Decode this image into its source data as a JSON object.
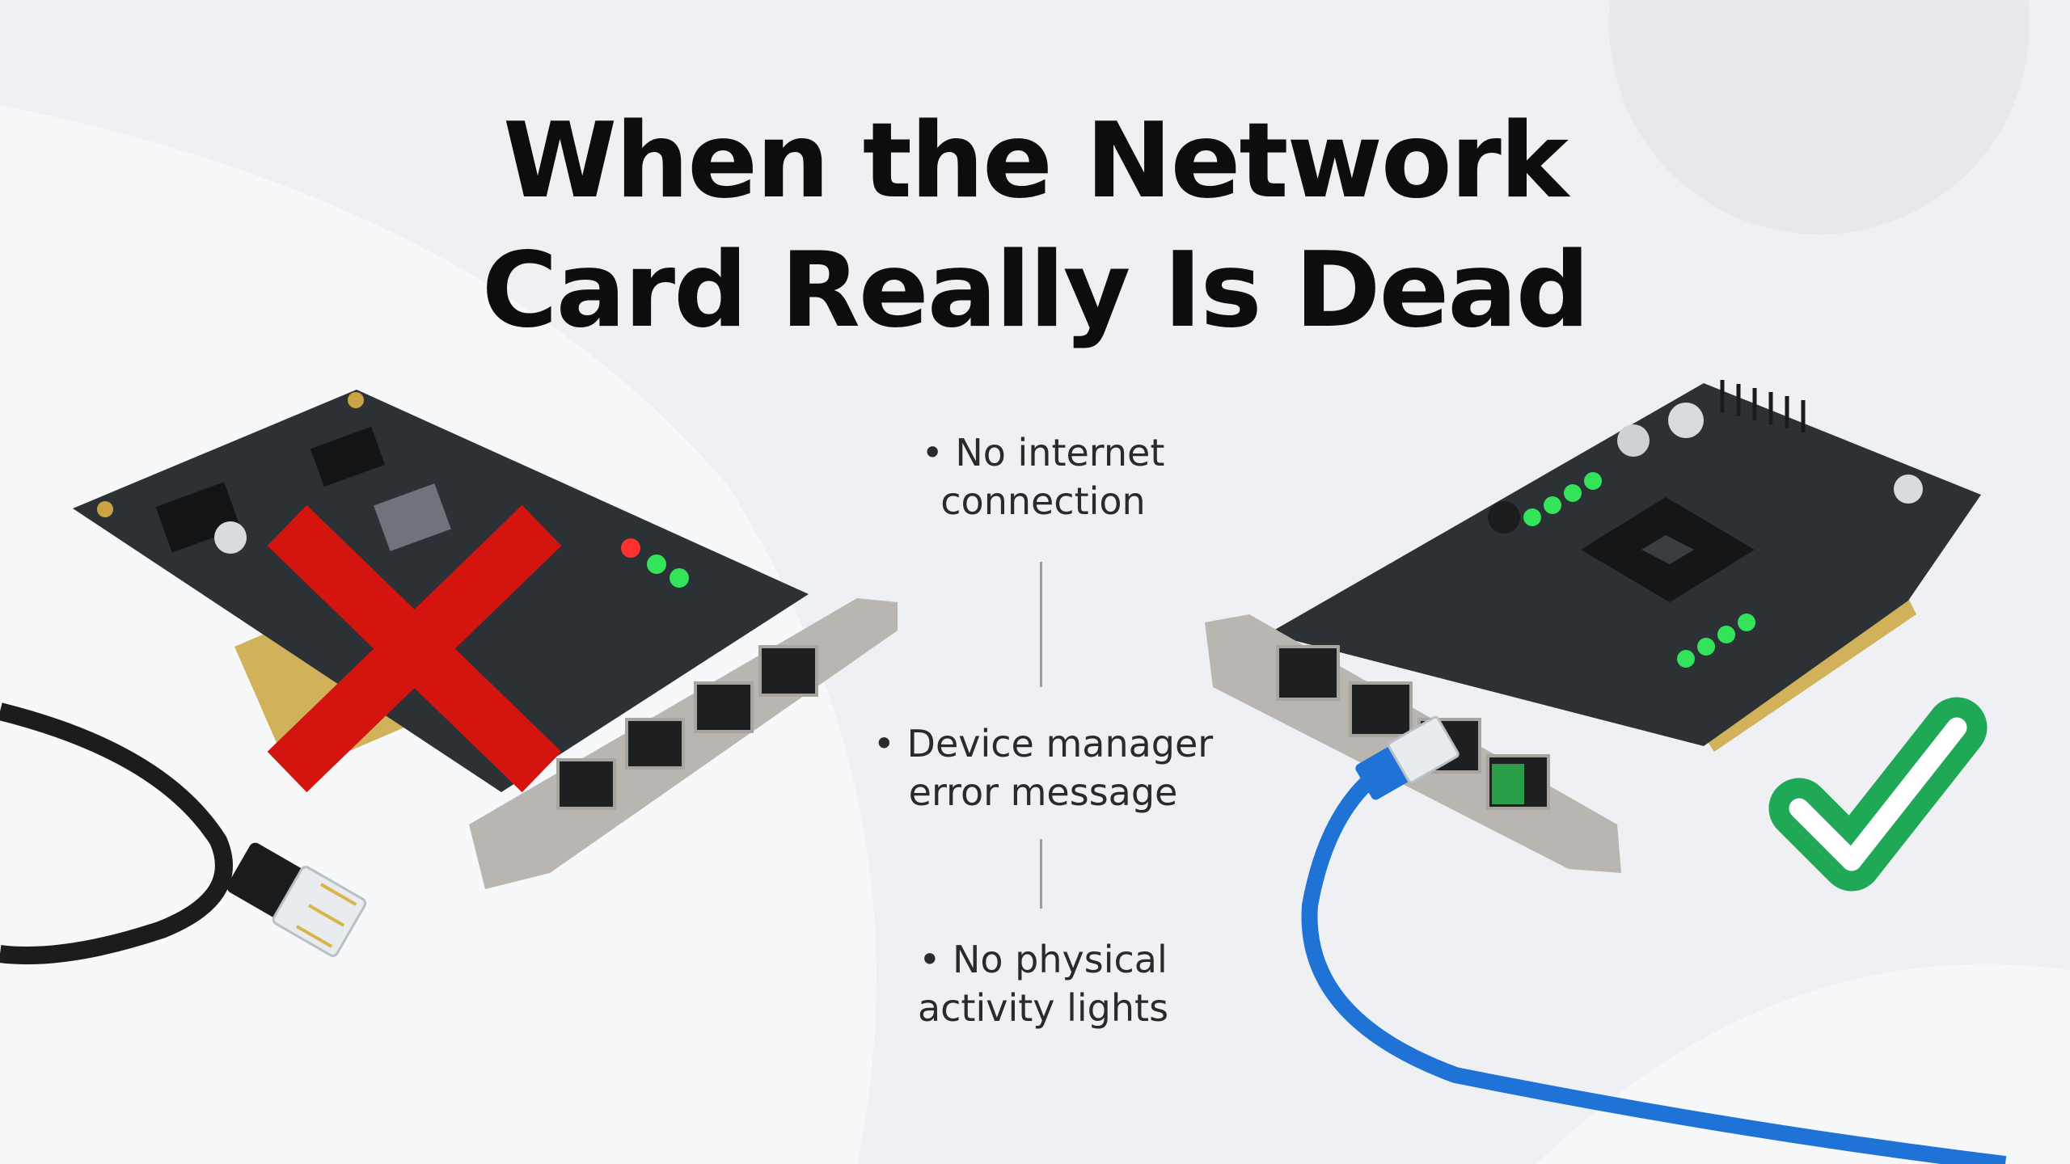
{
  "title": {
    "line1": "When the Network",
    "line2": "Card Really Is Dead"
  },
  "bullets": [
    {
      "line1": "• No internet",
      "line2": "connection"
    },
    {
      "line1": "• Device manager",
      "line2": "error message"
    },
    {
      "line1": "• No physical",
      "line2": "activity lights"
    }
  ],
  "icons": {
    "left_mark": "red-x-icon",
    "right_mark": "green-check-icon"
  },
  "colors": {
    "background": "#eef0f3",
    "red_x": "#d4140f",
    "green_check": "#1fa855",
    "blue_cable": "#1f73d6",
    "pcb": "#2b3135",
    "gold": "#d1b25a",
    "led_green": "#33e35a",
    "led_red": "#ff3030"
  }
}
